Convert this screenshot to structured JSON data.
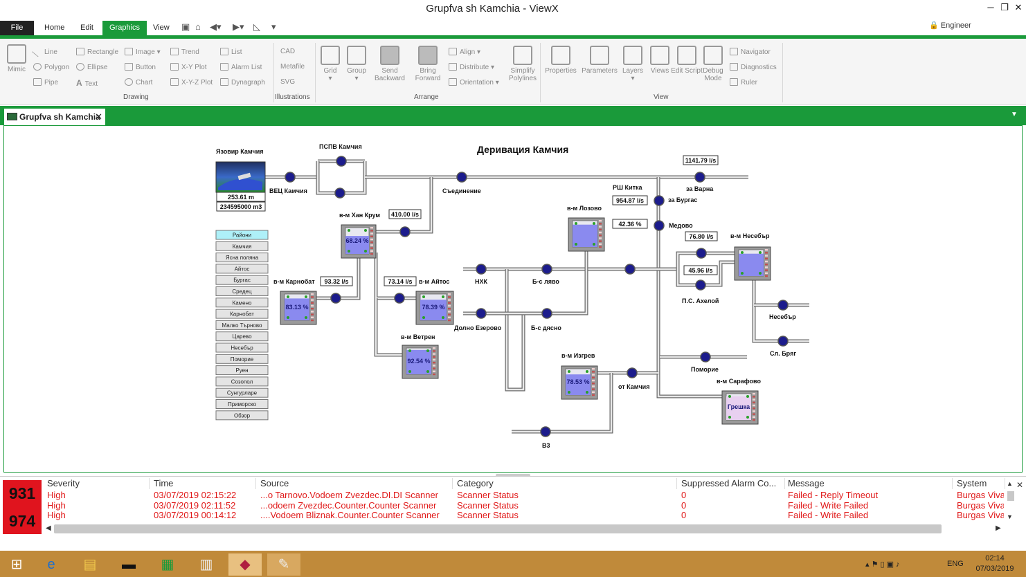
{
  "window": {
    "title": "Grupfva sh Kamchia - ViewX",
    "min": "─",
    "restore": "❐",
    "close": "✕"
  },
  "menu": {
    "tabs": [
      "File",
      "Home",
      "Edit",
      "Graphics",
      "View"
    ],
    "user": "Engineer"
  },
  "ribbon": {
    "drawing": {
      "mimic": "Mimic",
      "line": "Line",
      "polygon": "Polygon",
      "pipe": "Pipe",
      "rectangle": "Rectangle",
      "ellipse": "Ellipse",
      "text": "Text",
      "image": "Image",
      "button": "Button",
      "chart": "Chart",
      "trend": "Trend",
      "xy_plot": "X-Y Plot",
      "xyz_plot": "X-Y-Z Plot",
      "list": "List",
      "alarm_list": "Alarm List",
      "dynagraph": "Dynagraph",
      "group": "Drawing"
    },
    "illustrations": {
      "cad": "CAD",
      "metafile": "Metafile",
      "svg": "SVG",
      "group": "Illustrations"
    },
    "arrange": {
      "grid": "Grid",
      "group_btn": "Group",
      "send_backward": "Send Backward",
      "bring_forward": "Bring Forward",
      "align": "Align",
      "distribute": "Distribute",
      "orientation": "Orientation",
      "simplify": "Simplify Polylines",
      "group": "Arrange"
    },
    "view": {
      "properties": "Properties",
      "parameters": "Parameters",
      "layers": "Layers",
      "views": "Views",
      "edit_script": "Edit Script",
      "debug_mode": "Debug Mode",
      "navigator": "Navigator",
      "diagnostics": "Diagnostics",
      "ruler": "Ruler",
      "group": "View"
    }
  },
  "doc_tab": {
    "label": "Grupfva sh Kamchia"
  },
  "mimic": {
    "title": "Деривация Камчия",
    "labels": {
      "yazovir": "Язовир Камчия",
      "vets": "ВЕЦ Камчия",
      "psvp": "ПСПВ Камчия",
      "sayedinenie": "Съединение",
      "han_krum": "в-м Хан Крум",
      "karnobat": "в-м Карнобат",
      "aytos": "в-м Айтос",
      "vetren": "в-м Ветрен",
      "lozovo": "в-м Лозово",
      "rsh_kitka": "РШ Китка",
      "za_varna": "за Варна",
      "za_burgas": "за Бургас",
      "medovo": "Медово",
      "nesebar_r": "в-м Несебър",
      "ps_aheloy": "П.С. Ахелой",
      "nesebar": "Несебър",
      "sl_bryag": "Сл. Бряг",
      "nhk": "НХК",
      "bs_lyavo": "Б-с ляво",
      "bs_dyasno": "Б-с дясно",
      "dolno_ezerovo": "Долно Езерово",
      "izgrev": "в-м Изгрев",
      "ot_kamchia": "от Камчия",
      "pomorie": "Поморие",
      "sarafovo": "в-м Сарафово",
      "v3": "В3"
    },
    "values": {
      "level_m": "253.61 m",
      "volume_m3": "234595000 m3",
      "flow_varna": "1141.79 l/s",
      "flow_kitka": "954.87 l/s",
      "pct_kitka": "42.36 %",
      "flow_han_krum": "410.00 l/s",
      "flow_karnobat": "93.32 l/s",
      "flow_aytos": "73.14 l/s",
      "flow_nesebar1": "76.80 l/s",
      "flow_nesebar2": "45.96 l/s"
    },
    "tanks": {
      "han_krum": "68.24 %",
      "karnobat": "83.13 %",
      "aytos": "78.39 %",
      "vetren": "92.54 %",
      "izgrev": "78.53 %",
      "sarafovo": "Грешка"
    },
    "tank_levels": {
      "han_krum": 0.6824,
      "karnobat": 0.8313,
      "aytos": 0.7839,
      "vetren": 0.9254,
      "lozovo": 0.85,
      "nesebar": 0.85,
      "izgrev": 0.7853,
      "sarafovo": 0.9
    },
    "regions": [
      "Райони",
      "Камчия",
      "Ясна поляна",
      "Айтос",
      "Бургас",
      "Средец",
      "Камено",
      "Карнобат",
      "Малко Търново",
      "Царево",
      "Несебър",
      "Поморие",
      "Руен",
      "Созопол",
      "Сунгурларе",
      "Приморско",
      "Обзор"
    ]
  },
  "alarms": {
    "counts": [
      "931",
      "974"
    ],
    "headers": [
      "Severity",
      "Time",
      "Source",
      "Category",
      "Suppressed Alarm Co...",
      "Message",
      "System"
    ],
    "rows": [
      [
        "High",
        "03/07/2019 02:15:22",
        "...o Tarnovo.Vodoem Zvezdec.DI.DI Scanner",
        "Scanner Status",
        "0",
        "Failed - Reply Timeout",
        "Burgas Viva"
      ],
      [
        "High",
        "03/07/2019 02:11:52",
        "...odoem Zvezdec.Counter.Counter Scanner",
        "Scanner Status",
        "0",
        "Failed - Write Failed",
        "Burgas Viva"
      ],
      [
        "High",
        "03/07/2019 00:14:12",
        "....Vodoem Bliznak.Counter.Counter Scanner",
        "Scanner Status",
        "0",
        "Failed - Write Failed",
        "Burgas Viva"
      ]
    ]
  },
  "taskbar": {
    "lang": "ENG",
    "time": "02:14",
    "date": "07/03/2019"
  },
  "colors": {
    "accent": "#1a9a3a",
    "alarm_red": "#e0141e",
    "tank_fill": "#8a8aef",
    "valve": "#1c1c8c"
  }
}
